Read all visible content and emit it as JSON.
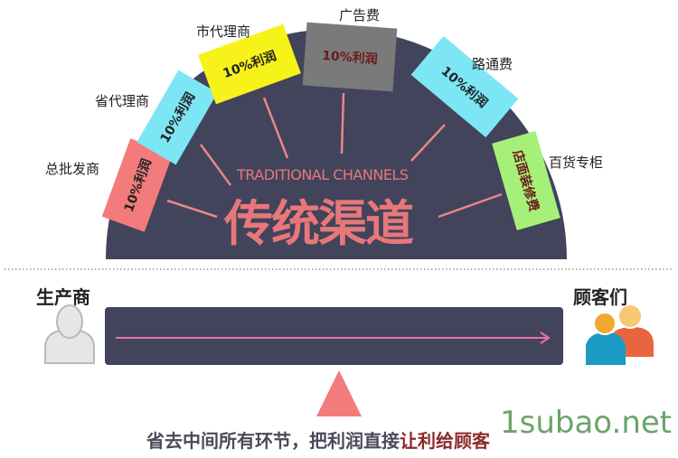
{
  "arch": {
    "english_title": "TRADITIONAL CHANNELS",
    "chinese_title": "传统渠道",
    "segments": [
      {
        "label": "总批发商",
        "text": "10%利润",
        "color": "#f47b7b"
      },
      {
        "label": "省代理商",
        "text": "10%利润",
        "color": "#7de6f4"
      },
      {
        "label": "市代理商",
        "text": "10%利润",
        "color": "#f7f21a"
      },
      {
        "label": "广告费",
        "text": "10%利润",
        "color": "#7a7a7a"
      },
      {
        "label": "路通费",
        "text": "10%利润",
        "color": "#7de6f4"
      },
      {
        "label": "百货专柜",
        "text": "店面装修费",
        "color": "#a6f07a"
      }
    ]
  },
  "flow": {
    "producer": "生产商",
    "customers": "顾客们"
  },
  "caption": {
    "main": "省去中间所有环节，把利润直接",
    "highlight": "让利给顾客"
  },
  "watermark": "1subao.net",
  "colors": {
    "dark": "#41445b",
    "accent": "#e8777a",
    "arrow": "#ec6fa4"
  }
}
